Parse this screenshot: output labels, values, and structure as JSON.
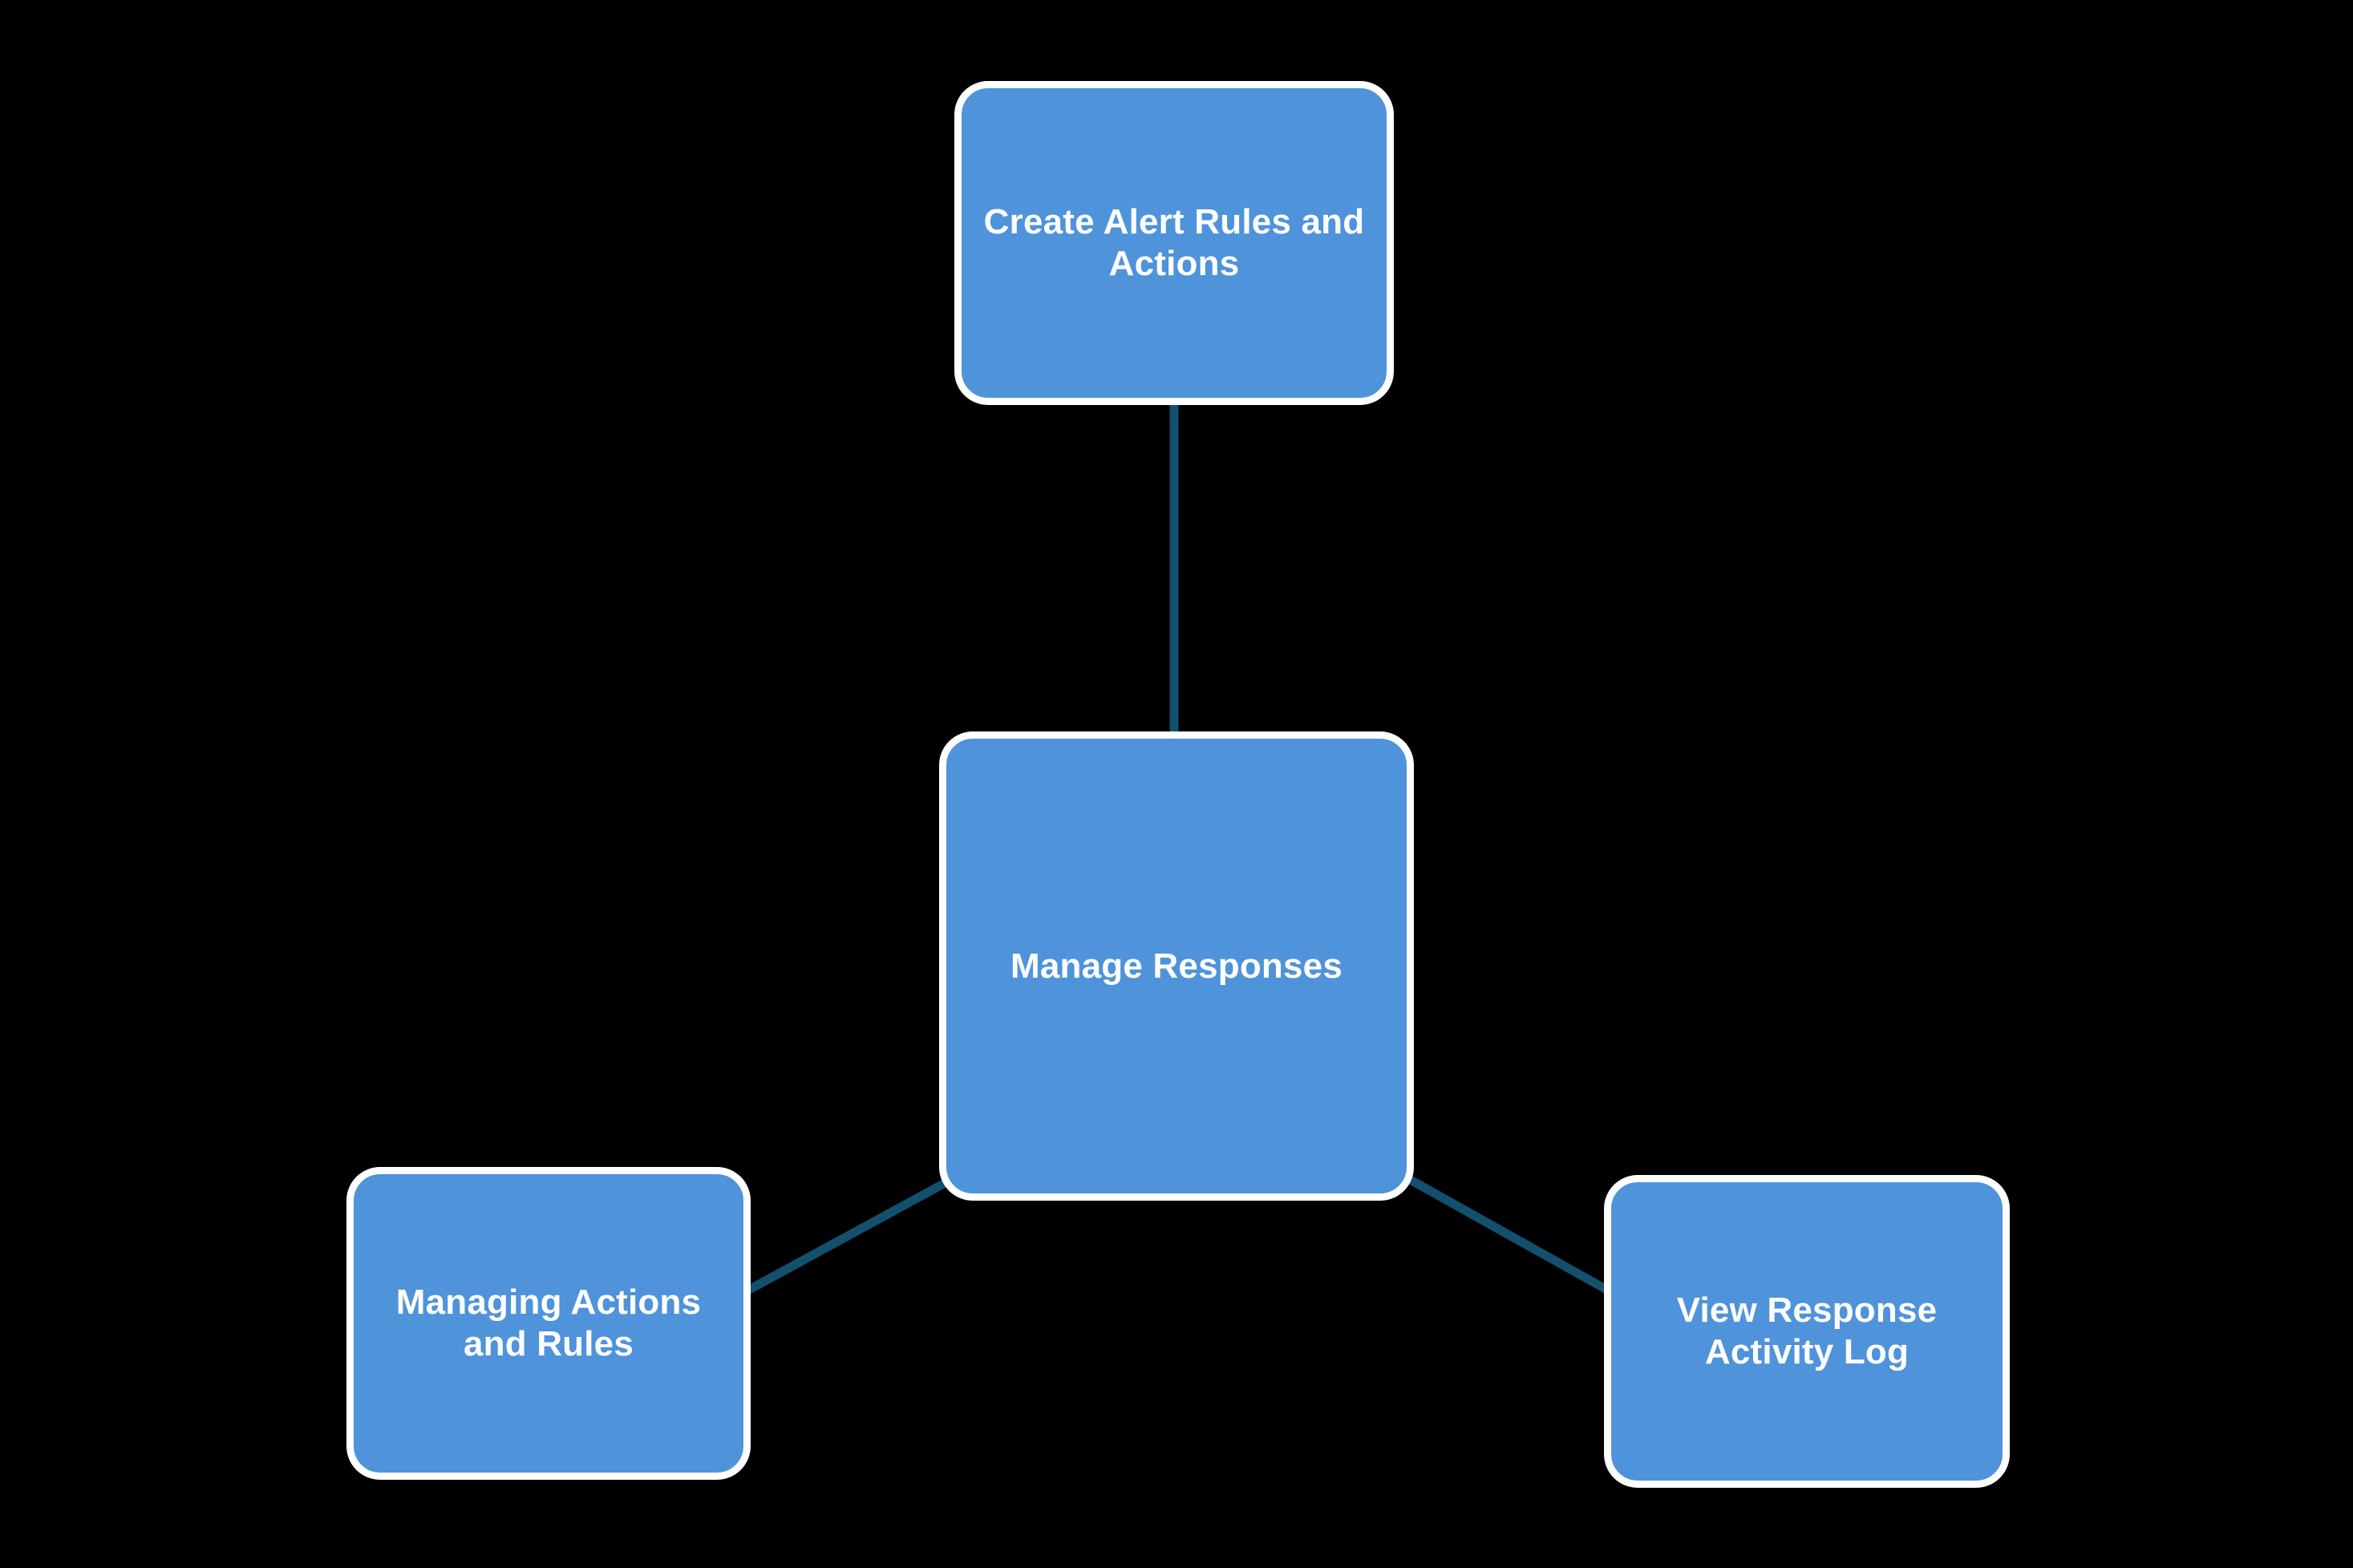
{
  "diagram": {
    "type": "hub-and-spoke",
    "title": "Manage Responses",
    "background_color": "#000000",
    "node_fill_color": "#4f93db",
    "node_border_color": "#ffffff",
    "node_text_color": "#ffffff",
    "edge_color": "#12506e",
    "nodes": [
      {
        "id": "manage-responses",
        "label": "Manage Responses",
        "role": "center"
      },
      {
        "id": "create-alert-rules",
        "label": "Create Alert Rules and Actions",
        "role": "spoke-top"
      },
      {
        "id": "managing-actions-rules",
        "label": "Managing Actions and Rules",
        "role": "spoke-bottom-left"
      },
      {
        "id": "view-response-activity-log",
        "label": "View Response Activity Log",
        "role": "spoke-bottom-right"
      }
    ],
    "edges": [
      {
        "id": "edge-top",
        "from": "create-alert-rules",
        "to": "manage-responses"
      },
      {
        "id": "edge-bottom-left",
        "from": "manage-responses",
        "to": "managing-actions-rules"
      },
      {
        "id": "edge-bottom-right",
        "from": "manage-responses",
        "to": "view-response-activity-log"
      }
    ]
  }
}
